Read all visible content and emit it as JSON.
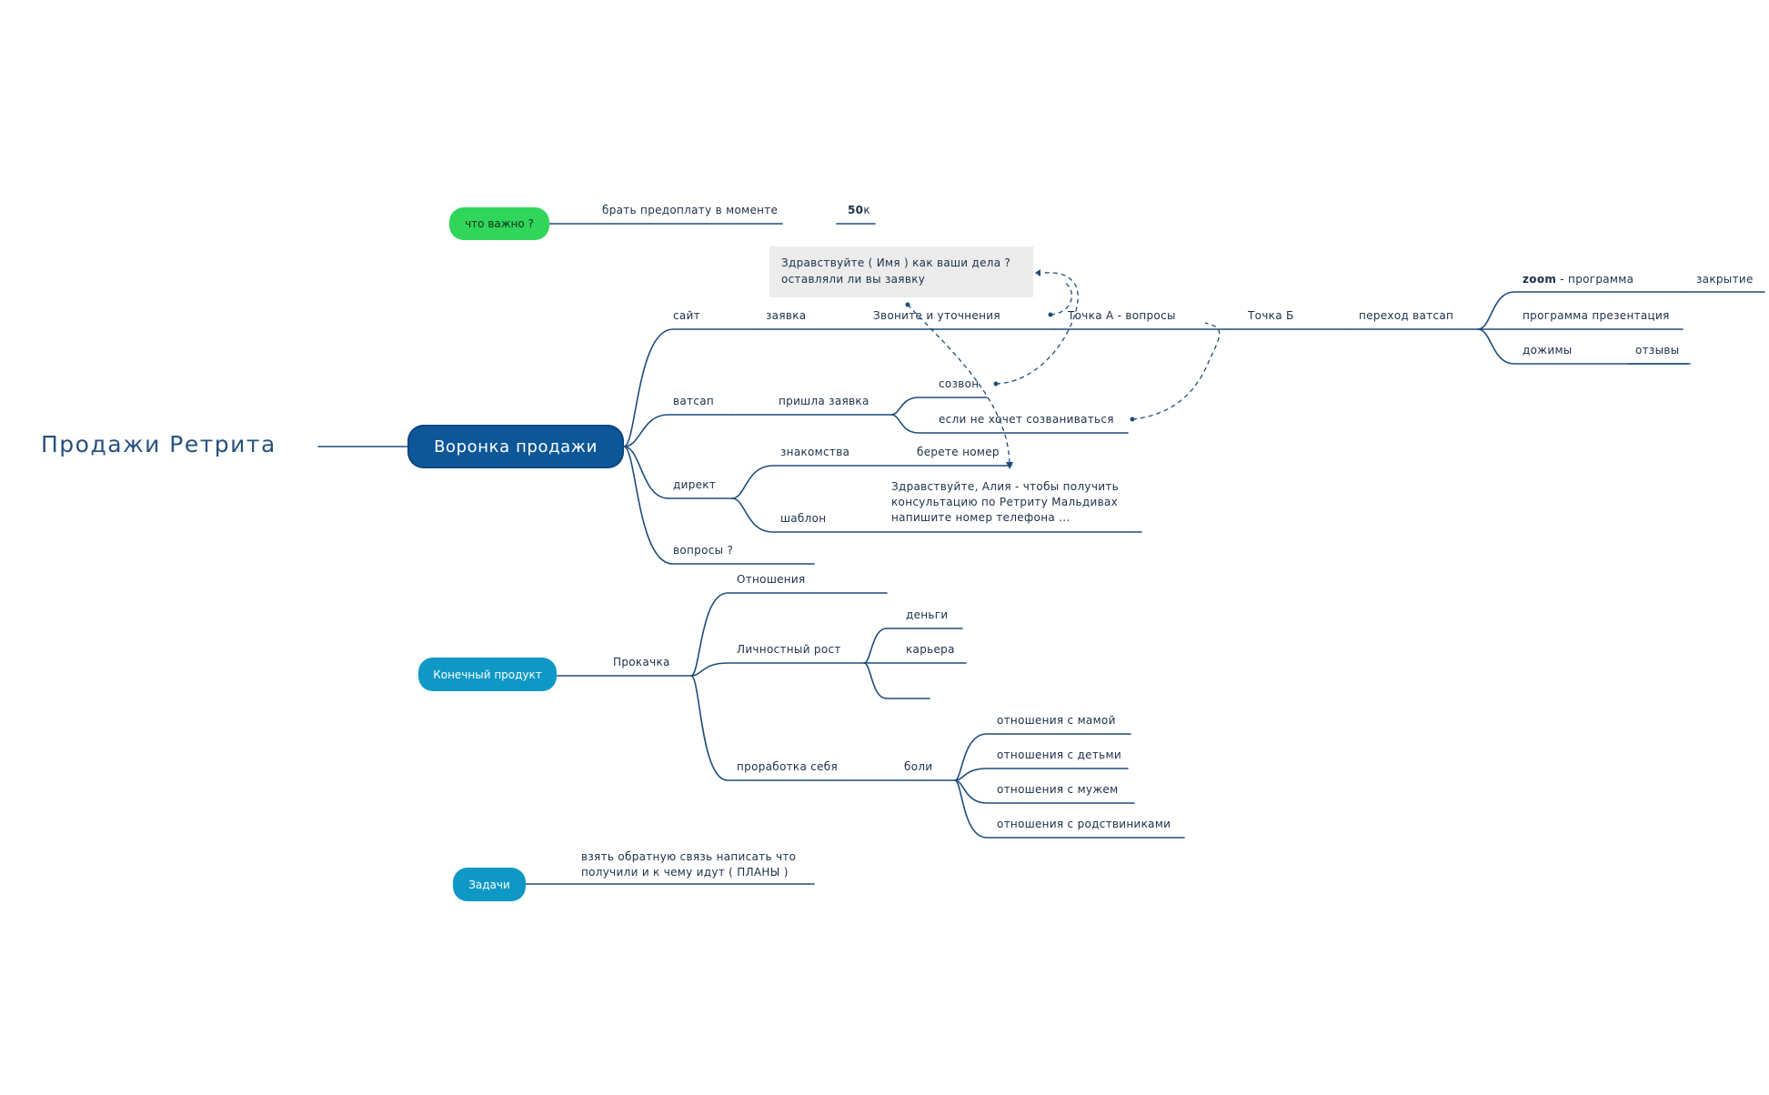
{
  "title": "Продажи Ретрита",
  "main_node": "Воронка продажи",
  "important": {
    "label": "что важно ?",
    "text": "брать предоплату в моменте",
    "amount_bold": "50",
    "amount_suffix": "к"
  },
  "note": {
    "line1": "Здравствуйте ( Имя ) как ваши дела ?",
    "line2": "оставляли ли вы заявку"
  },
  "funnel": {
    "site": "сайт",
    "request": "заявка",
    "call_clarify": "Звоните и уточнения",
    "point_a": "Точка А -  вопросы",
    "point_b": "Точка Б",
    "to_whatsapp": "переход ватсап",
    "zoom_bold": "zoom",
    "zoom_rest": " - программа",
    "closing": "закрытие",
    "presentation": "программа презентация",
    "follow_ups": "дожимы",
    "reviews": "отзывы",
    "whatsapp": "ватсап",
    "got_request": "пришла заявка",
    "call": "созвон",
    "no_call": "если не хочет созваниваться",
    "direct": "директ",
    "acquaintance": "знакомства",
    "take_number": "берете номер",
    "template": "шаблон",
    "template_text": "Здравствуйте, Алия - чтобы получить консультацию по Ретриту Мальдивах напишите номер телефона ...",
    "questions": "вопросы ?"
  },
  "product": {
    "label": "Конечный продукт",
    "pump": "Прокачка",
    "relations": "Отношения",
    "growth": "Личностный рост",
    "money": "деньги",
    "career": "карьера",
    "self_work": "проработка себя",
    "pains": "боли",
    "mother": "отношения с мамой",
    "children": "отношения с детьми",
    "husband": "отношения с мужем",
    "relatives": "отношения с родствиниками"
  },
  "tasks": {
    "label": "Задачи",
    "text": "взять обратную связь написать что получили и к чему идут ( ПЛАНЫ )"
  },
  "colors": {
    "branch": "#1e4d7a",
    "main_node": "#0d5799",
    "green_node": "#2fd65a",
    "blue_node": "#0e98c6",
    "note_bg": "#ececec"
  }
}
